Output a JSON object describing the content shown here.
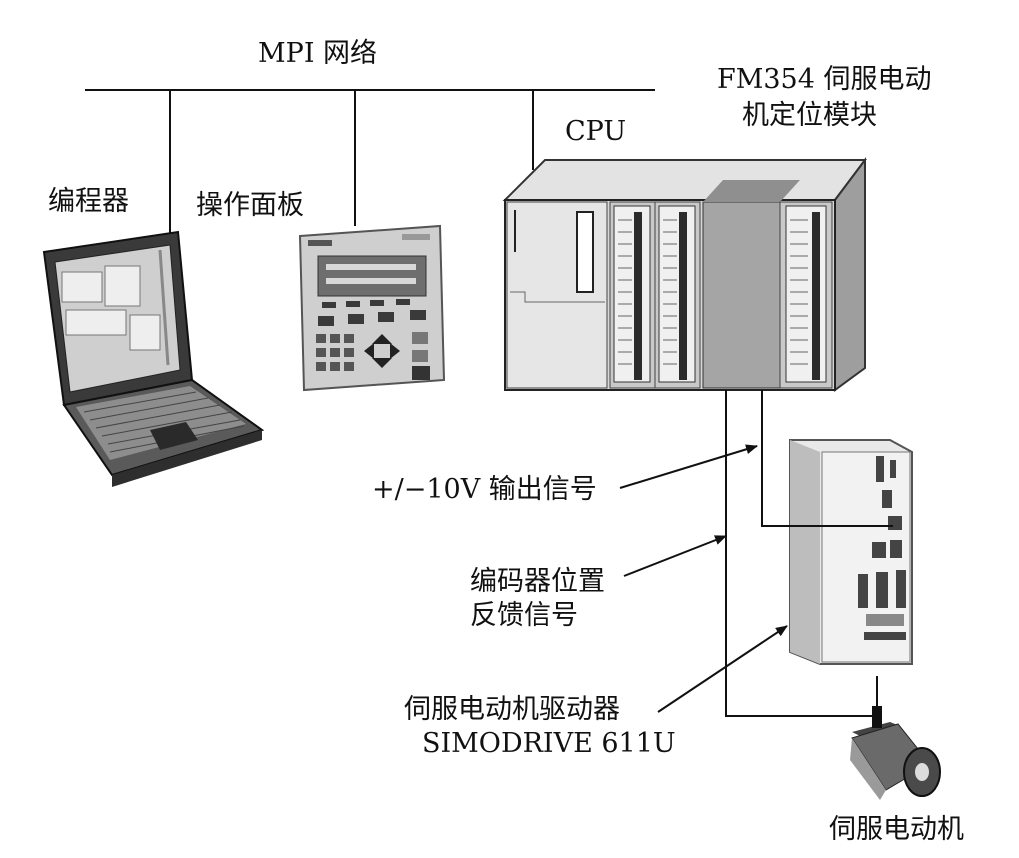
{
  "labels": {
    "network": "MPI 网络",
    "cpu": "CPU",
    "fm354_line1": "FM354 伺服电动",
    "fm354_line2": "机定位模块",
    "programmer": "编程器",
    "panel": "操作面板",
    "output_signal": "+/−10V 输出信号",
    "encoder_line1": "编码器位置",
    "encoder_line2": "反馈信号",
    "driver_line1": "伺服电动机驱动器",
    "driver_line2": "SIMODRIVE 611U",
    "motor": "伺服电动机"
  },
  "icons": [
    "laptop-icon",
    "operator-panel-icon",
    "plc-rack-icon",
    "servo-drive-icon",
    "servo-motor-icon"
  ],
  "colors": {
    "line": "#111111",
    "device_light": "#dcdcdc",
    "device_mid": "#b8b8b8",
    "device_dark": "#555555"
  }
}
